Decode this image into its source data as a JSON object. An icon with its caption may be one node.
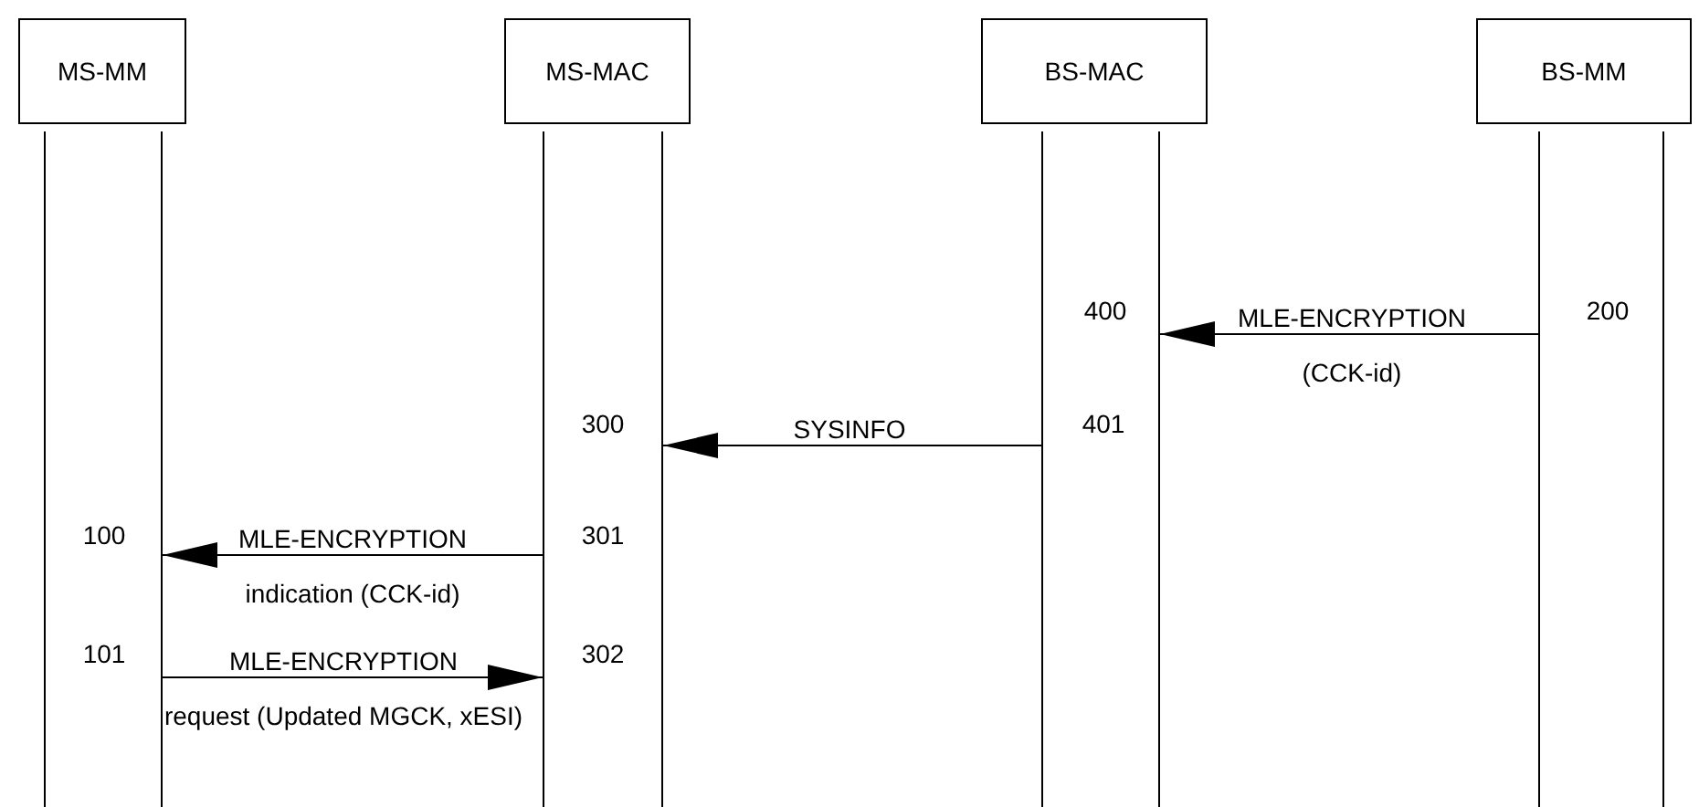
{
  "diagram": {
    "nodes": [
      {
        "text": [
          "MS-MM"
        ]
      },
      {
        "text": [
          "MS-MAC"
        ]
      },
      {
        "text": [
          "BS-MAC"
        ]
      },
      {
        "text": [
          "BS-MM"
        ]
      },
      {
        "text": [],
        "shape": "bar"
      },
      {
        "text": [],
        "shape": "bar"
      },
      {
        "text": [],
        "shape": "bar"
      },
      {
        "text": [],
        "shape": "bar"
      },
      {
        "text": [],
        "shape": "bar"
      },
      {
        "text": [],
        "shape": "bar"
      },
      {
        "text": [],
        "shape": "bar"
      },
      {
        "text": [],
        "shape": "bar"
      }
    ],
    "edges": [
      {
        "from": 10,
        "to": 9,
        "arrow": "to",
        "label": "MLE-ENCRYPTION (CCK-id)"
      },
      {
        "from": 8,
        "to": 7,
        "arrow": "to",
        "label": "SYSINFO"
      },
      {
        "from": 6,
        "to": 5,
        "arrow": "to",
        "label": "MLE-ENCRYPTION indication (CCK-id)"
      },
      {
        "from": 5,
        "to": 6,
        "arrow": "to",
        "label": "MLE-ENCRYPTION request (Updated MGCK, xESI)"
      }
    ],
    "labels": [
      "400",
      "200",
      "300",
      "401",
      "100",
      "301",
      "101",
      "302"
    ]
  }
}
